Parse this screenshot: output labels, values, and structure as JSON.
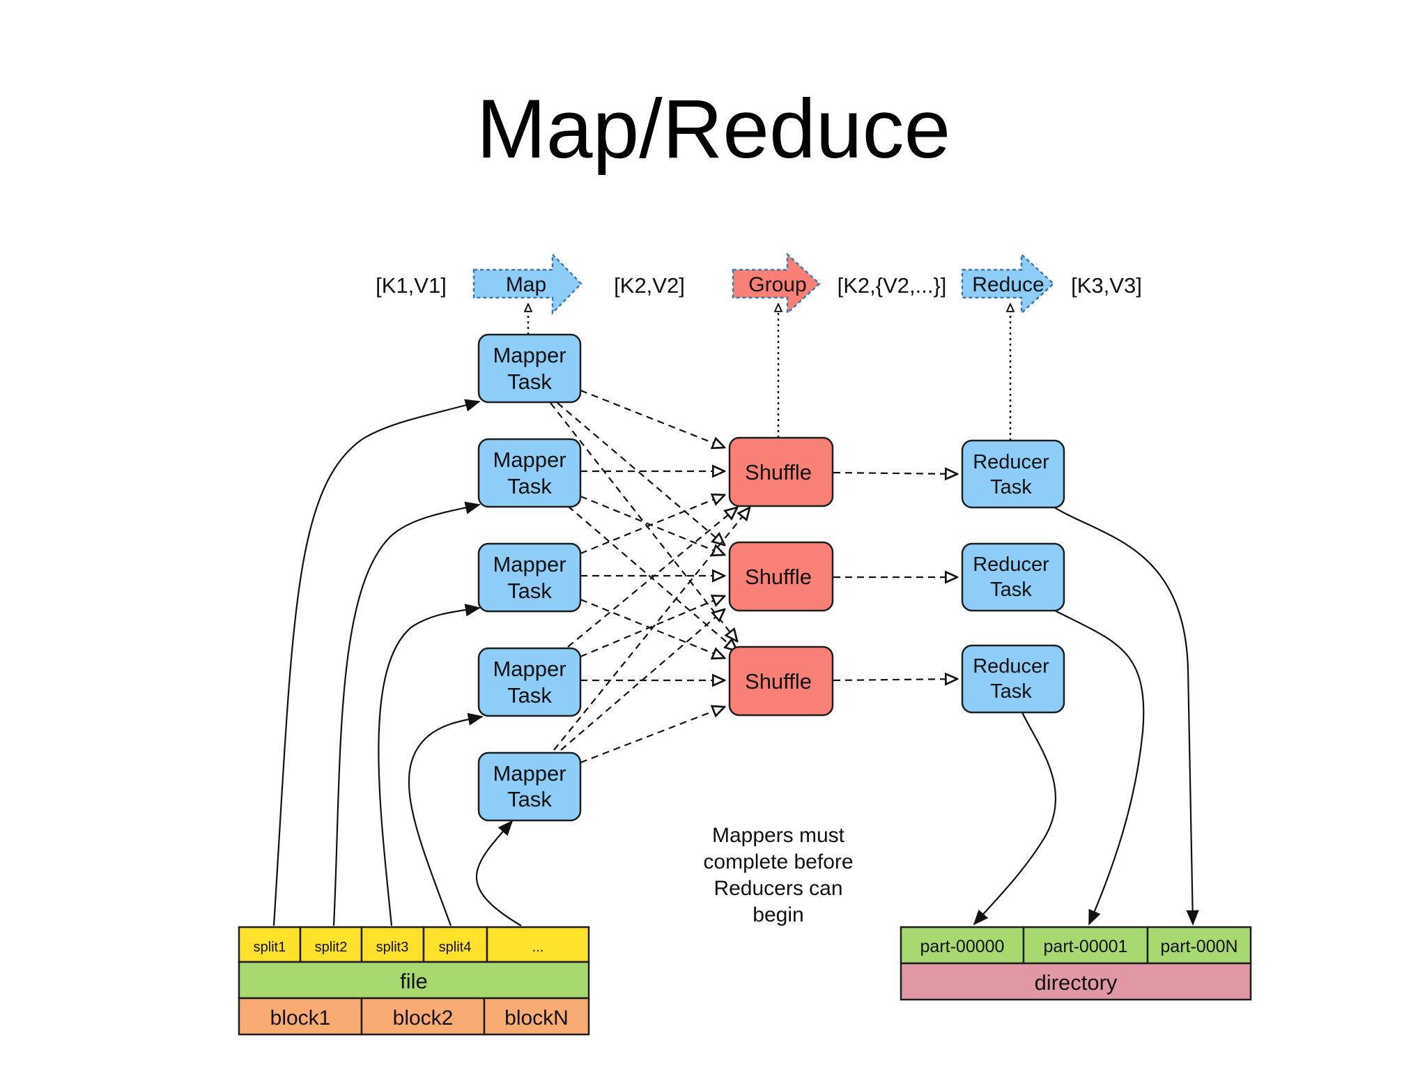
{
  "title": "Map/Reduce",
  "labels": {
    "kv1": "[K1,V1]",
    "kv2": "[K2,V2]",
    "kv2_group": "[K2,{V2,...}]",
    "kv3": "[K3,V3]"
  },
  "phases": {
    "map": "Map",
    "group": "Group",
    "reduce": "Reduce"
  },
  "mapper_task": [
    "Mapper",
    "Task"
  ],
  "shuffle": "Shuffle",
  "reducer_task": [
    "Reducer",
    "Task"
  ],
  "note": [
    "Mappers must",
    "complete before",
    "Reducers can",
    "begin"
  ],
  "file": {
    "splits": [
      "split1",
      "split2",
      "split3",
      "split4",
      "..."
    ],
    "label": "file",
    "blocks": [
      "block1",
      "block2",
      "blockN"
    ]
  },
  "directory": {
    "parts": [
      "part-00000",
      "part-00001",
      "part-000N"
    ],
    "label": "directory"
  },
  "colors": {
    "blue": "#8fcdf9",
    "blue_arrow": "#8fcdf9",
    "red": "#f98076",
    "yellow": "#fde12a",
    "green": "#a8d971",
    "orange": "#f8ab73",
    "pink": "#e098a4",
    "stroke": "#1e1e1e"
  }
}
